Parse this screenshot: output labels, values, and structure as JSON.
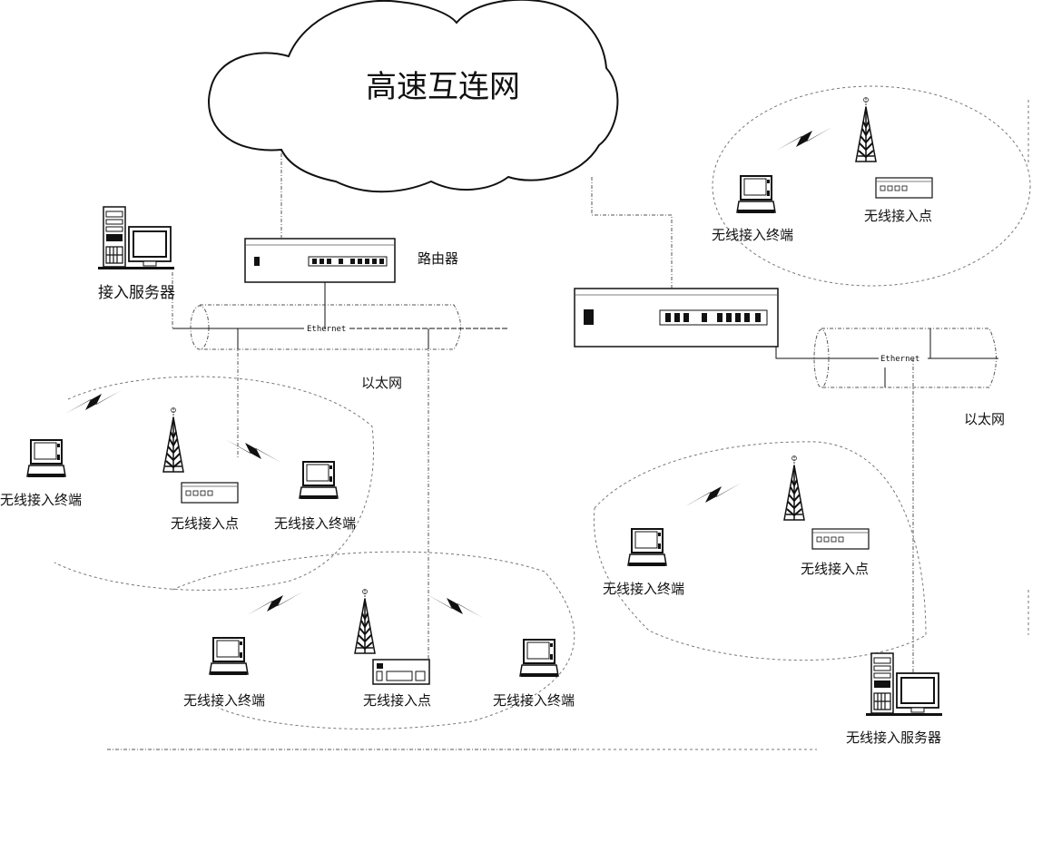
{
  "diagram": {
    "title": "高速互连网",
    "labels": {
      "access_server": "接入服务器",
      "router": "路由器",
      "ethernet_left": "Ethernet",
      "ethernet_right": "Ethernet",
      "lan_left": "以太网",
      "lan_right": "以太网",
      "wireless_server": "无线接入服务器"
    },
    "cells": [
      {
        "id": "top-right",
        "ap_label": "无线接入点",
        "terminals": [
          "无线接入终端"
        ]
      },
      {
        "id": "mid-left",
        "ap_label": "无线接入点",
        "terminals": [
          "无线接入终端",
          "无线接入终端"
        ]
      },
      {
        "id": "bottom-center",
        "ap_label": "无线接入点",
        "terminals": [
          "无线接入终端",
          "无线接入终端"
        ]
      },
      {
        "id": "mid-right",
        "ap_label": "无线接入点",
        "terminals": [
          "无线接入终端"
        ]
      }
    ]
  }
}
